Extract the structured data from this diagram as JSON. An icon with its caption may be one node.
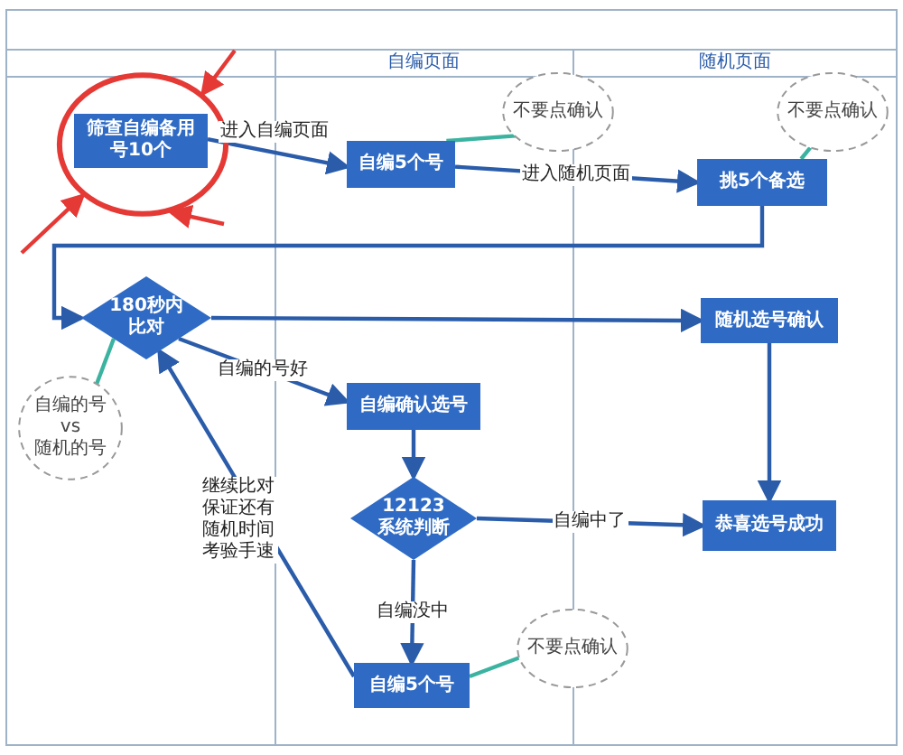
{
  "diagram": {
    "nodes": [
      {
        "text": [],
        "shape": "ellipse"
      },
      {
        "text": [
          "筛查自编备用号10个"
        ],
        "in": 0
      },
      {
        "text": [
          "自编5个号"
        ]
      },
      {
        "text": [
          "挑5个备选"
        ]
      },
      {
        "text": [
          "180秒内比对"
        ]
      },
      {
        "text": [
          "随机选号确认"
        ]
      },
      {
        "text": [
          "自编确认选号"
        ]
      },
      {
        "text": [
          "12123系统判断"
        ]
      },
      {
        "text": [
          "恭喜选号成功"
        ]
      },
      {
        "text": [
          "自编5个号"
        ]
      },
      {
        "text": [
          "不要点确认"
        ]
      },
      {
        "text": [
          "不要点确认"
        ]
      },
      {
        "text": [
          "自编的号 vs 随机的号"
        ]
      },
      {
        "text": [
          "不要点确认"
        ]
      }
    ],
    "edges": [
      {
        "from": null,
        "to": 0,
        "arrow": "to",
        "color": "#e53935"
      },
      {
        "from": null,
        "to": 0,
        "arrow": "to",
        "color": "#e53935"
      },
      {
        "from": null,
        "to": 0,
        "arrow": "to",
        "color": "#e53935"
      },
      {
        "from": 1,
        "to": 2,
        "arrow": "to",
        "label": "进入自编页面"
      },
      {
        "from": 2,
        "to": 3,
        "arrow": "to",
        "label": "进入随机页面"
      },
      {
        "from": 3,
        "to": 4,
        "arrow": "to"
      },
      {
        "from": 4,
        "to": 5,
        "arrow": "to"
      },
      {
        "from": 4,
        "to": 6,
        "arrow": "to",
        "label": "自编的号好"
      },
      {
        "from": 6,
        "to": 7,
        "arrow": "to"
      },
      {
        "from": 7,
        "to": 8,
        "arrow": "to",
        "label": "自编中了"
      },
      {
        "from": 7,
        "to": 9,
        "arrow": "to",
        "label": "自编没中"
      },
      {
        "from": 5,
        "to": 8,
        "arrow": "to"
      },
      {
        "from": 9,
        "to": 4,
        "arrow": "to",
        "label": "继续比对保证还有随机时间考验手速"
      },
      {
        "from": 10,
        "to": 2,
        "arrow": "none",
        "color": "#3bb3a0"
      },
      {
        "from": 11,
        "to": 3,
        "arrow": "none",
        "color": "#3bb3a0"
      },
      {
        "from": 12,
        "to": 4,
        "arrow": "none",
        "color": "#3bb3a0"
      },
      {
        "from": 13,
        "to": 9,
        "arrow": "none",
        "color": "#3bb3a0"
      }
    ],
    "labels": [
      "自编页面",
      "随机页面"
    ]
  }
}
